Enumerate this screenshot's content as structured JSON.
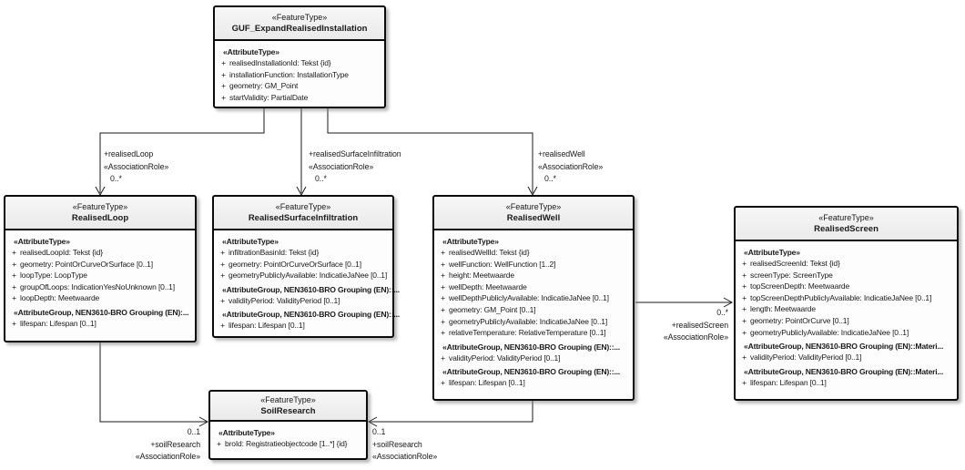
{
  "diagram": {
    "type": "uml-class-diagram",
    "visibility_prefix": "+",
    "colors": {
      "box_header": "#efefef",
      "box_body": "#fdfdfd",
      "border": "#0b0b0b",
      "text": "#1a1a1a",
      "background": "#ffffff"
    }
  },
  "classes": [
    {
      "stereotype": "«FeatureType»",
      "name": "GUF_ExpandRealisedInstallation",
      "sections": [
        {
          "heading": "«AttributeType»",
          "attrs": [
            "realisedInstallationId: Tekst {id}",
            "installationFunction: InstallationType",
            "geometry: GM_Point",
            "startValidity: PartialDate"
          ]
        }
      ]
    },
    {
      "stereotype": "«FeatureType»",
      "name": "RealisedLoop",
      "sections": [
        {
          "heading": "«AttributeType»",
          "attrs": [
            "realisedLoopId: Tekst {id}",
            "geometry: PointOrCurveOrSurface [0..1]",
            "loopType: LoopType",
            "groupOfLoops: IndicationYesNoUnknown [0..1]",
            "loopDepth: Meetwaarde"
          ]
        },
        {
          "heading": "«AttributeGroup, NEN3610-BRO Grouping (EN):...",
          "attrs": [
            "lifespan: Lifespan [0..1]"
          ]
        }
      ]
    },
    {
      "stereotype": "«FeatureType»",
      "name": "RealisedSurfaceInfiltration",
      "sections": [
        {
          "heading": "«AttributeType»",
          "attrs": [
            "infiltrationBasinId: Tekst {id}",
            "geometry: PointOrCurveOrSurface [0..1]",
            "geometryPubliclyAvailable: IndicatieJaNee [0..1]"
          ]
        },
        {
          "heading": "«AttributeGroup, NEN3610-BRO Grouping (EN)::...",
          "attrs": [
            "validityPeriod: ValidityPeriod [0..1]"
          ]
        },
        {
          "heading": "«AttributeGroup, NEN3610-BRO Grouping (EN)::...",
          "attrs": [
            "lifespan: Lifespan [0..1]"
          ]
        }
      ]
    },
    {
      "stereotype": "«FeatureType»",
      "name": "RealisedWell",
      "sections": [
        {
          "heading": "«AttributeType»",
          "attrs": [
            "realisedWellId: Tekst {id}",
            "wellFunction: WellFunction [1..2]",
            "height: Meetwaarde",
            "wellDepth: Meetwaarde",
            "wellDepthPubliclyAvailable: IndicatieJaNee [0..1]",
            "geometry: GM_Point [0..1]",
            "geometryPubliclyAvailable: IndicatieJaNee [0..1]",
            "relativeTemperature: RelativeTemperature [0..1]"
          ]
        },
        {
          "heading": "«AttributeGroup, NEN3610-BRO Grouping (EN)::...",
          "attrs": [
            "validityPeriod: ValidityPeriod [0..1]"
          ]
        },
        {
          "heading": "«AttributeGroup, NEN3610-BRO Grouping (EN)::...",
          "attrs": [
            "lifespan: Lifespan [0..1]"
          ]
        }
      ]
    },
    {
      "stereotype": "«FeatureType»",
      "name": "RealisedScreen",
      "sections": [
        {
          "heading": "«AttributeType»",
          "attrs": [
            "realisedScreenId: Tekst {id}",
            "screenType: ScreenType",
            "topScreenDepth: Meetwaarde",
            "topScreenDepthPubliclyAvailable: IndicatieJaNee [0..1]",
            "length: Meetwaarde",
            "geometry: PointOrCurve [0..1]",
            "geometryPubliclyAvailable: IndicatieJaNee [0..1]"
          ]
        },
        {
          "heading": "«AttributeGroup, NEN3610-BRO Grouping (EN)::Materi...",
          "attrs": [
            "validityPeriod: ValidityPeriod [0..1]"
          ]
        },
        {
          "heading": "«AttributeGroup, NEN3610-BRO Grouping (EN)::Materi...",
          "attrs": [
            "lifespan: Lifespan [0..1]"
          ]
        }
      ]
    },
    {
      "stereotype": "«FeatureType»",
      "name": "SoilResearch",
      "sections": [
        {
          "heading": "«AttributeType»",
          "attrs": [
            "broId: Registratieobjectcode [1..*] {id}"
          ]
        }
      ]
    }
  ],
  "associations": [
    {
      "role": "+realisedLoop",
      "stereotype": "«AssociationRole»",
      "multiplicity": "0..*",
      "from": "GUF_ExpandRealisedInstallation",
      "to": "RealisedLoop"
    },
    {
      "role": "+realisedSurfaceInfiltration",
      "stereotype": "«AssociationRole»",
      "multiplicity": "0..*",
      "from": "GUF_ExpandRealisedInstallation",
      "to": "RealisedSurfaceInfiltration"
    },
    {
      "role": "+realisedWell",
      "stereotype": "«AssociationRole»",
      "multiplicity": "0..*",
      "from": "GUF_ExpandRealisedInstallation",
      "to": "RealisedWell"
    },
    {
      "role": "+realisedScreen",
      "stereotype": "«AssociationRole»",
      "multiplicity": "0..*",
      "from": "RealisedWell",
      "to": "RealisedScreen"
    },
    {
      "role": "+soilResearch",
      "stereotype": "«AssociationRole»",
      "multiplicity": "0..1",
      "from": "RealisedLoop",
      "to": "SoilResearch"
    },
    {
      "role": "+soilResearch",
      "stereotype": "«AssociationRole»",
      "multiplicity": "0..1",
      "from": "RealisedWell",
      "to": "SoilResearch"
    }
  ]
}
